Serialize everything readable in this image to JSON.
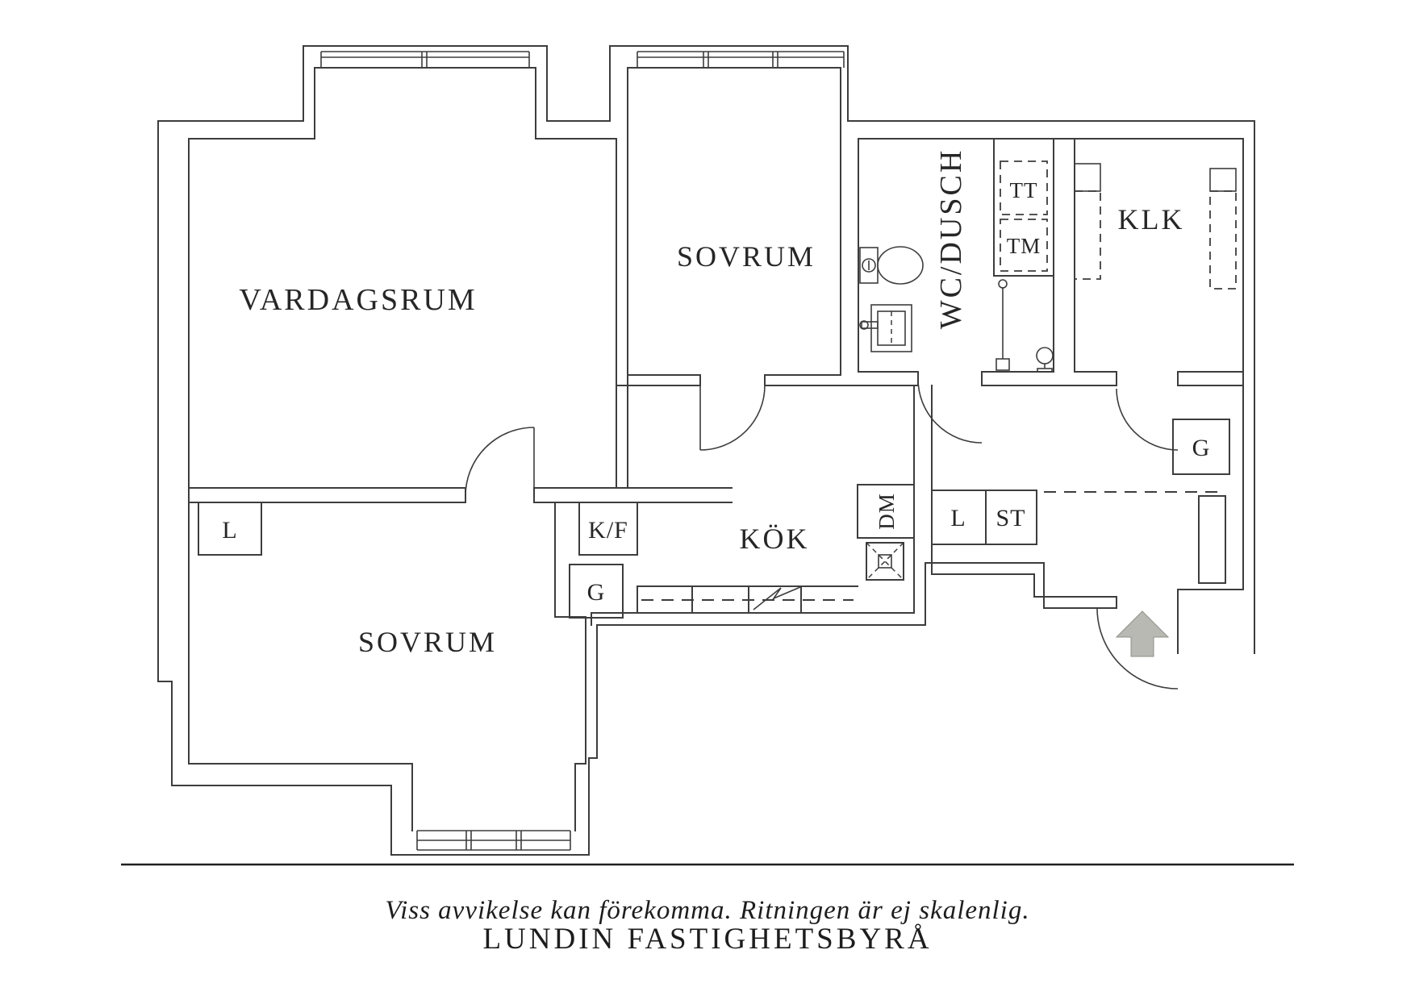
{
  "floor_plan": {
    "rooms": {
      "living_room": "VARDAGSRUM",
      "bedroom_top": "SOVRUM",
      "bedroom_bottom": "SOVRUM",
      "kitchen": "KÖK",
      "bathroom": "WC/DUSCH",
      "walk_in_closet": "KLK"
    },
    "fixtures": {
      "fridge_freezer": "K/F",
      "wardrobe_kitchen": "G",
      "wardrobe_hall": "G",
      "dishwasher": "DM",
      "tumble_dryer": "TT",
      "washing_machine": "TM",
      "linen_closet_bedroom": "L",
      "linen_closet_hall": "L",
      "storage": "ST"
    }
  },
  "footer": {
    "disclaimer": "Viss avvikelse kan förekomma. Ritningen är ej skalenlig.",
    "brand": "LUNDIN FASTIGHETSBYRÅ"
  }
}
